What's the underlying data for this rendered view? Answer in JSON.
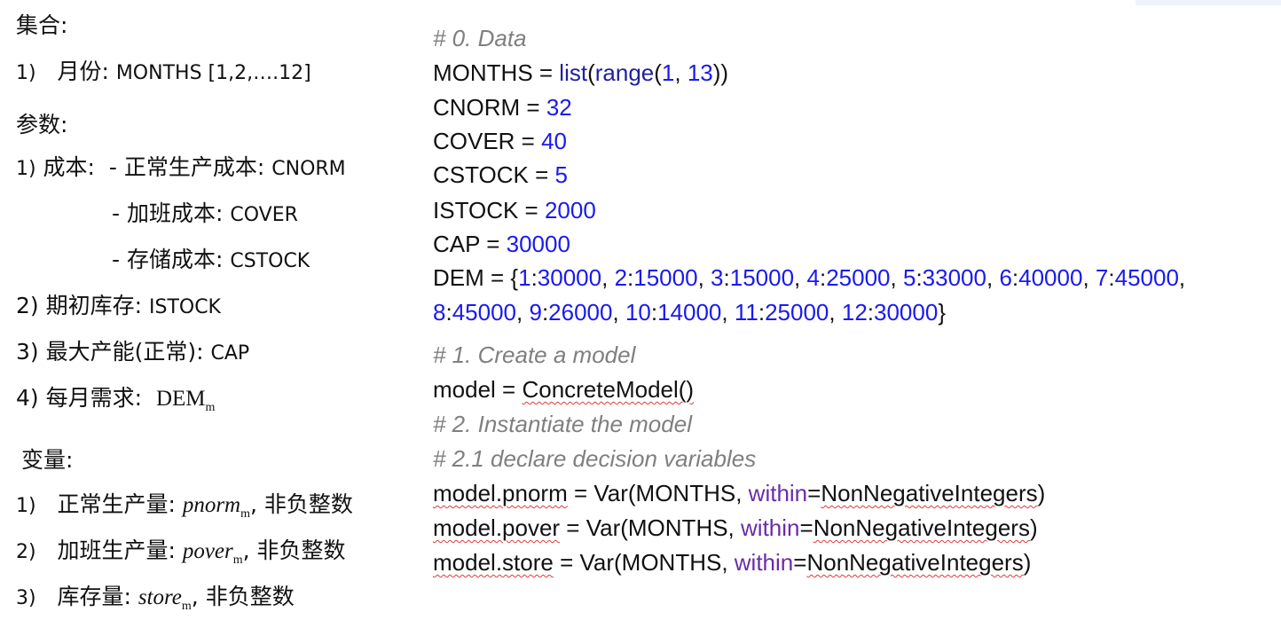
{
  "left": {
    "sets_heading": "集合:",
    "set_month_idx": "1)",
    "set_month_label": "月份:",
    "set_month_value": "MONTHS [1,2,….12]",
    "params_heading": "参数:",
    "p1_idx": "1)",
    "p1_label": "成本:",
    "p1_a_label": "- 正常生产成本:",
    "p1_a_value": "CNORM",
    "p1_b_label": "- 加班成本:",
    "p1_b_value": "COVER",
    "p1_c_label": "- 存储成本:",
    "p1_c_value": "CSTOCK",
    "p2_label": "2) 期初库存:",
    "p2_value": "ISTOCK",
    "p3_label": "3) 最大产能(正常):",
    "p3_value": "CAP",
    "p4_label": "4) 每月需求:",
    "p4_math": "DEM",
    "p4_sub": "m",
    "vars_heading": "变量:",
    "v1_idx": "1)",
    "v1_label": "正常生产量:",
    "v1_math": "pnorm",
    "v1_sub": "m",
    "v1_note": ", 非负整数",
    "v2_idx": "2)",
    "v2_label": "加班生产量:",
    "v2_math": "pover",
    "v2_sub": "m",
    "v2_note": ", 非负整数",
    "v3_idx": "3)",
    "v3_label": "库存量:",
    "v3_math": "store",
    "v3_sub": "m",
    "v3_note": ", 非负整数"
  },
  "code": {
    "c0": "# 0. Data",
    "months_lhs": "MONTHS = ",
    "months_list": "list",
    "months_range": "range",
    "months_a": "1",
    "months_b": "13",
    "cnorm_lhs": "CNORM = ",
    "cnorm_val": "32",
    "cover_lhs": "COVER = ",
    "cover_val": "40",
    "cstock_lhs": "CSTOCK = ",
    "cstock_val": "5",
    "istock_lhs": "ISTOCK = ",
    "istock_val": "2000",
    "cap_lhs": "CAP = ",
    "cap_val": "30000",
    "dem_lhs": "DEM = {",
    "dem_l1": [
      [
        "1",
        "30000"
      ],
      [
        "2",
        "15000"
      ],
      [
        "3",
        "15000"
      ],
      [
        "4",
        "25000"
      ],
      [
        "5",
        "33000"
      ],
      [
        "6",
        "40000"
      ],
      [
        "7",
        "45000"
      ]
    ],
    "dem_l2": [
      [
        "8",
        "45000"
      ],
      [
        "9",
        "26000"
      ],
      [
        "10",
        "14000"
      ],
      [
        "11",
        "25000"
      ],
      [
        "12",
        "30000"
      ]
    ],
    "c1": "# 1. Create a model",
    "model_lhs": "model = ",
    "model_rhs": "ConcreteModel()",
    "c2": "# 2. Instantiate the model",
    "c21": "# 2.1 declare decision variables",
    "var_pnorm": "model.pnorm",
    "var_pover": "model.pover",
    "var_store": "model.store",
    "var_mid": " = Var(MONTHS, ",
    "var_within": "within",
    "var_eq": "=",
    "var_domain": "NonNegativeIntegers",
    "var_close": ")"
  }
}
